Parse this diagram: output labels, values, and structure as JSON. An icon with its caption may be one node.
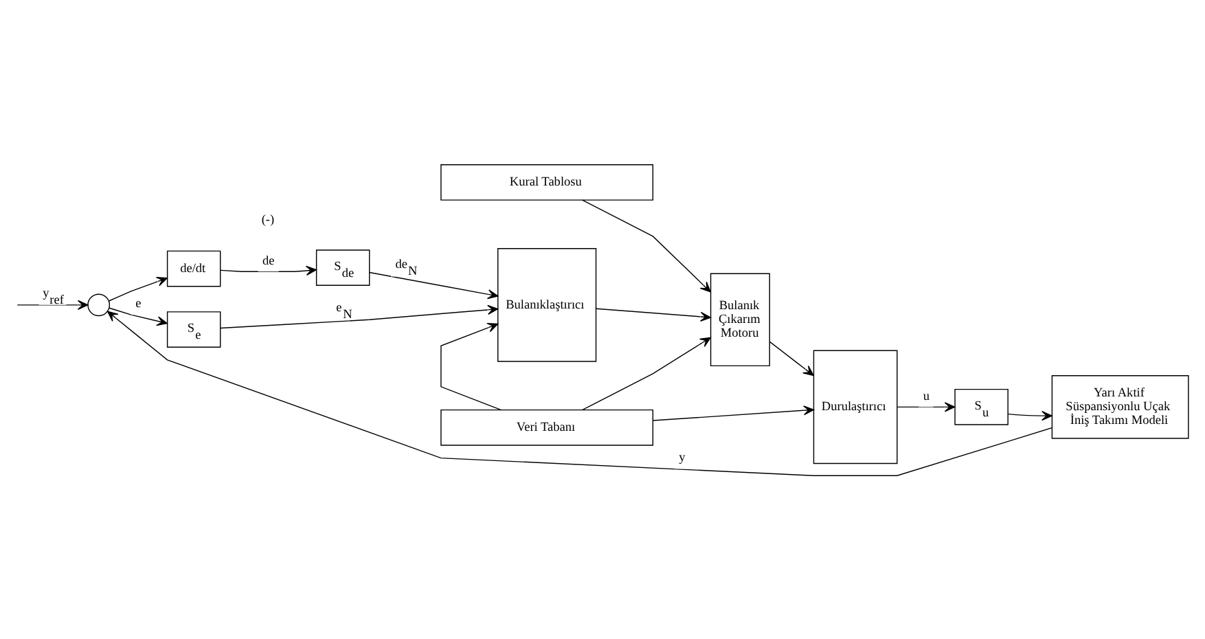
{
  "diagram": {
    "nodes": [
      {
        "text": [],
        "shape": "circle"
      },
      {
        "text": [
          "de/dt"
        ]
      },
      {
        "text": [
          "S$_{de}$"
        ]
      },
      {
        "text": [
          "S$_{e}$"
        ]
      },
      {
        "text": [
          "Kural Tablosu"
        ]
      },
      {
        "text": [
          "Bulanıklaştırıcı"
        ]
      },
      {
        "text": [
          "Bulanık Çıkarım Motoru"
        ]
      },
      {
        "text": [
          "Durulaştırıcı"
        ]
      },
      {
        "text": [
          "S$_{u}$"
        ]
      },
      {
        "text": [
          "Veri Tabanı"
        ]
      },
      {
        "text": [
          "Yarı Aktif Süspansiyonlu Uçak İniş Takımı Modeli"
        ]
      }
    ],
    "edges": [
      {
        "from": null,
        "to": 0,
        "arrow": "to",
        "label": "y$_{ref}$"
      },
      {
        "from": 0,
        "to": 1,
        "arrow": "to"
      },
      {
        "from": 0,
        "to": 3,
        "arrow": "to",
        "label": "e"
      },
      {
        "from": 1,
        "to": 2,
        "arrow": "to",
        "label": "de"
      },
      {
        "from": 2,
        "to": 5,
        "arrow": "to",
        "label": "de$_{N}$"
      },
      {
        "from": 3,
        "to": 5,
        "arrow": "to",
        "label": "e$_{N}$"
      },
      {
        "from": 4,
        "to": 6,
        "arrow": "to"
      },
      {
        "from": 5,
        "to": 6,
        "arrow": "to"
      },
      {
        "from": 6,
        "to": 7,
        "arrow": "to"
      },
      {
        "from": 7,
        "to": 8,
        "arrow": "to",
        "label": "u"
      },
      {
        "from": 8,
        "to": 10,
        "arrow": "to"
      },
      {
        "from": 10,
        "to": 0,
        "arrow": "to",
        "label": "y"
      },
      {
        "from": 9,
        "to": 5,
        "arrow": "to"
      },
      {
        "from": 9,
        "to": 6,
        "arrow": "to"
      },
      {
        "from": 9,
        "to": 7,
        "arrow": "to"
      }
    ],
    "labels": [
      "(-)"
    ]
  }
}
